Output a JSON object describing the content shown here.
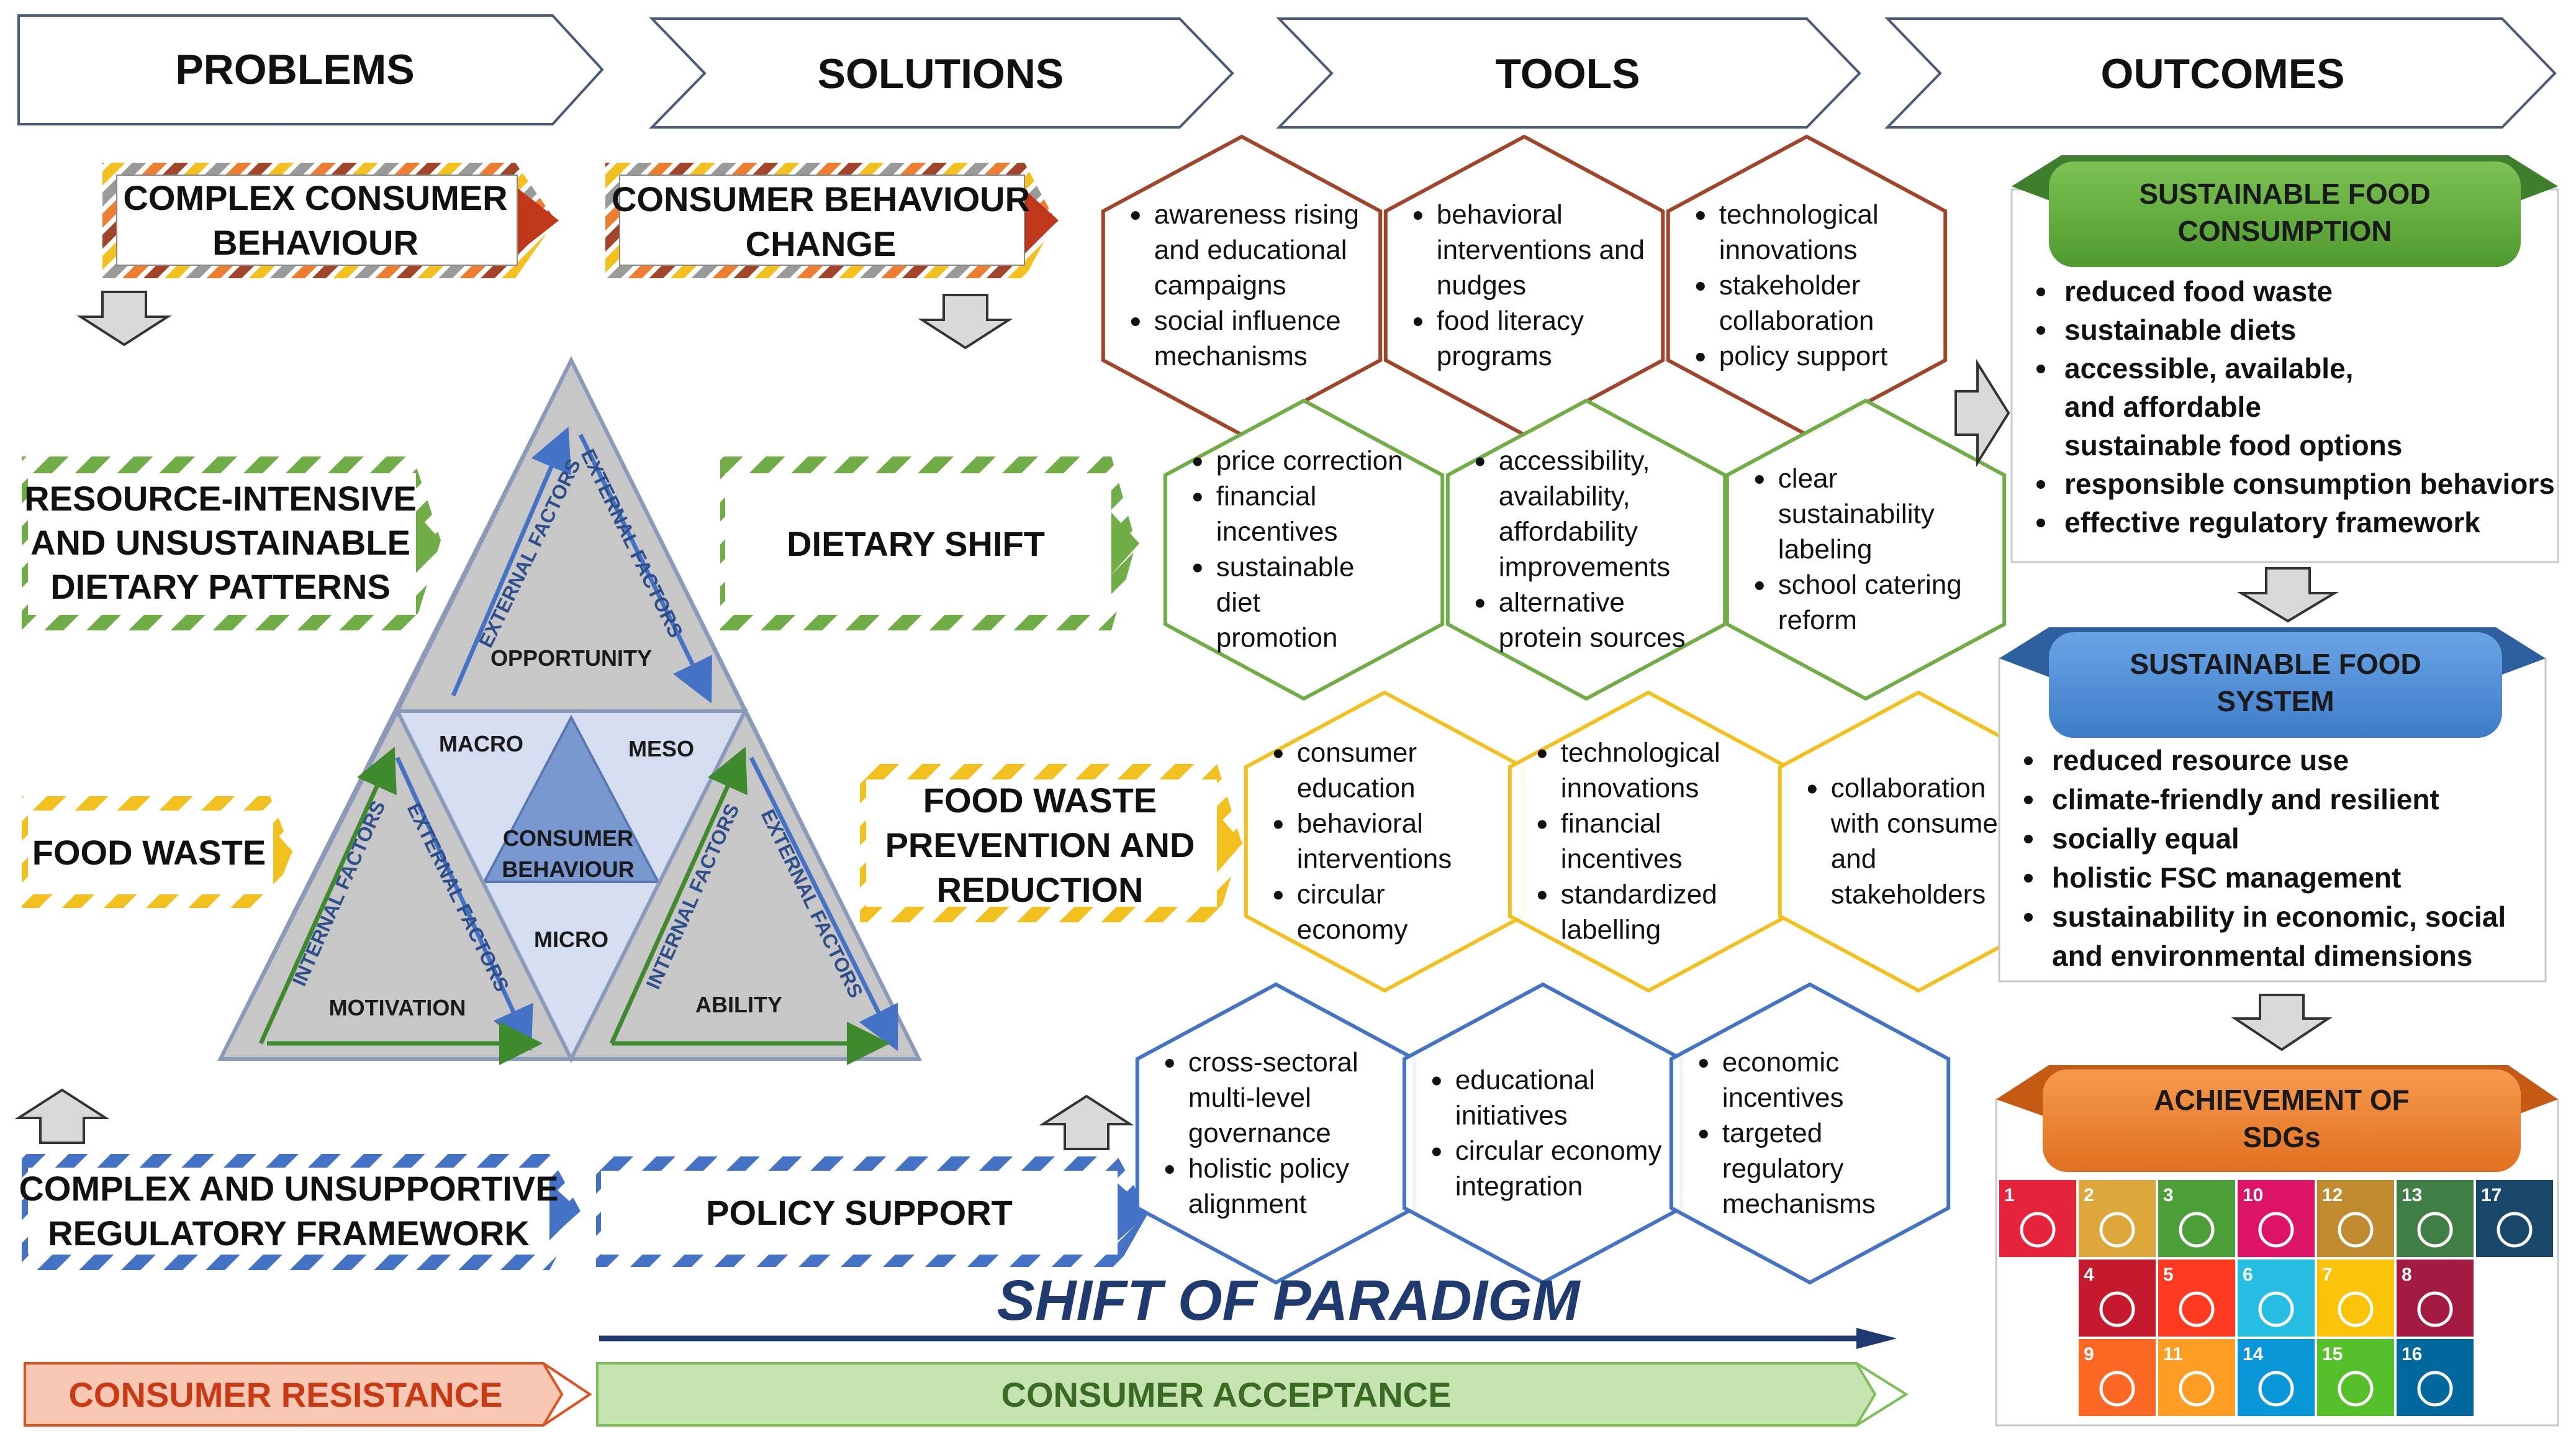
{
  "headers": [
    "PROBLEMS",
    "SOLUTIONS",
    "TOOLS",
    "OUTCOMES"
  ],
  "problems": {
    "complex_behaviour": [
      "COMPLEX CONSUMER",
      "BEHAVIOUR"
    ],
    "resource_intensive": [
      "RESOURCE-INTENSIVE",
      "AND UNSUSTAINABLE",
      "DIETARY PATTERNS"
    ],
    "food_waste": [
      "FOOD WASTE"
    ],
    "regulatory": [
      "COMPLEX AND UNSUPPORTIVE",
      "REGULATORY FRAMEWORK"
    ]
  },
  "solutions": {
    "behaviour_change": [
      "CONSUMER BEHAVIOUR",
      "CHANGE"
    ],
    "dietary_shift": [
      "DIETARY SHIFT"
    ],
    "food_waste_prevention": [
      "FOOD WASTE",
      "PREVENTION AND",
      "REDUCTION"
    ],
    "policy_support": [
      "POLICY SUPPORT"
    ]
  },
  "triangle": {
    "opportunity": "OPPORTUNITY",
    "motivation": "MOTIVATION",
    "ability": "ABILITY",
    "macro": "MACRO",
    "meso": "MESO",
    "micro": "MICRO",
    "center": [
      "CONSUMER",
      "BEHAVIOUR"
    ],
    "external_factors": "EXTERNAL FACTORS",
    "internal_factors": "INTERNAL FACTORS"
  },
  "tools": {
    "behaviour": [
      [
        "awareness rising",
        "and educational",
        "campaigns",
        "social influence",
        "mechanisms"
      ],
      [
        "behavioral",
        "interventions and",
        "nudges",
        "food literacy",
        "programs"
      ],
      [
        "technological",
        "innovations",
        "stakeholder",
        "collaboration",
        "policy support"
      ]
    ],
    "dietary": [
      [
        "price correction",
        "financial",
        "incentives",
        "sustainable",
        "diet",
        "promotion"
      ],
      [
        "accessibility,",
        "availability,",
        "affordability",
        "improvements",
        "alternative",
        "protein sources"
      ],
      [
        "clear",
        "sustainability",
        "labeling",
        "school catering",
        "reform"
      ]
    ],
    "waste": [
      [
        "consumer",
        "education",
        "behavioral",
        "interventions",
        "circular",
        "economy"
      ],
      [
        "technological",
        "innovations",
        "financial",
        "incentives",
        "standardized",
        "labelling"
      ],
      [
        "collaboration",
        "with consumers",
        "and",
        "stakeholders"
      ]
    ],
    "policy": [
      [
        "cross-sectoral",
        "multi-level",
        "governance",
        "holistic policy",
        "alignment"
      ],
      [
        "educational",
        "initiatives",
        "circular economy",
        "integration"
      ],
      [
        "economic",
        "incentives",
        "targeted",
        "regulatory",
        "mechanisms"
      ]
    ]
  },
  "outcomes": {
    "consumption": {
      "title": [
        "SUSTAINABLE FOOD",
        "CONSUMPTION"
      ],
      "items": [
        "reduced food waste",
        "sustainable diets",
        "accessible, available,",
        "and affordable",
        "sustainable food options",
        "responsible consumption behaviors",
        "effective regulatory framework"
      ]
    },
    "system": {
      "title": [
        "SUSTAINABLE FOOD",
        "SYSTEM"
      ],
      "items": [
        "reduced resource use",
        "climate-friendly and resilient",
        "socially equal",
        "holistic FSC management",
        "sustainability in economic, social",
        "and environmental dimensions"
      ]
    },
    "sdgs": {
      "title": [
        "ACHIEVEMENT OF",
        "SDGs"
      ],
      "tiles": [
        {
          "n": "1",
          "color": "#e5243b"
        },
        {
          "n": "2",
          "color": "#dda63a"
        },
        {
          "n": "3",
          "color": "#4c9f38"
        },
        {
          "n": "10",
          "color": "#dd1367"
        },
        {
          "n": "12",
          "color": "#bf8b2e"
        },
        {
          "n": "13",
          "color": "#3f7e44"
        },
        {
          "n": "17",
          "color": "#19486a"
        },
        {
          "n": "4",
          "color": "#c5192d"
        },
        {
          "n": "5",
          "color": "#ff3a21"
        },
        {
          "n": "6",
          "color": "#26bde2"
        },
        {
          "n": "7",
          "color": "#fcc30b"
        },
        {
          "n": "8",
          "color": "#a21942"
        },
        {
          "n": "9",
          "color": "#fd6925"
        },
        {
          "n": "11",
          "color": "#fd9d24"
        },
        {
          "n": "14",
          "color": "#0a97d9"
        },
        {
          "n": "15",
          "color": "#56c02b"
        },
        {
          "n": "16",
          "color": "#00689d"
        }
      ]
    }
  },
  "bottom": {
    "shift": "SHIFT OF PARADIGM",
    "resistance": "CONSUMER RESISTANCE",
    "acceptance": "CONSUMER ACCEPTANCE"
  },
  "colors": {
    "brown": "#a0442a",
    "green": "#70ad47",
    "yellow": "#f2c01f",
    "blue": "#4472c4",
    "orange": "#ed7d31",
    "navy": "#1e3a6e"
  }
}
